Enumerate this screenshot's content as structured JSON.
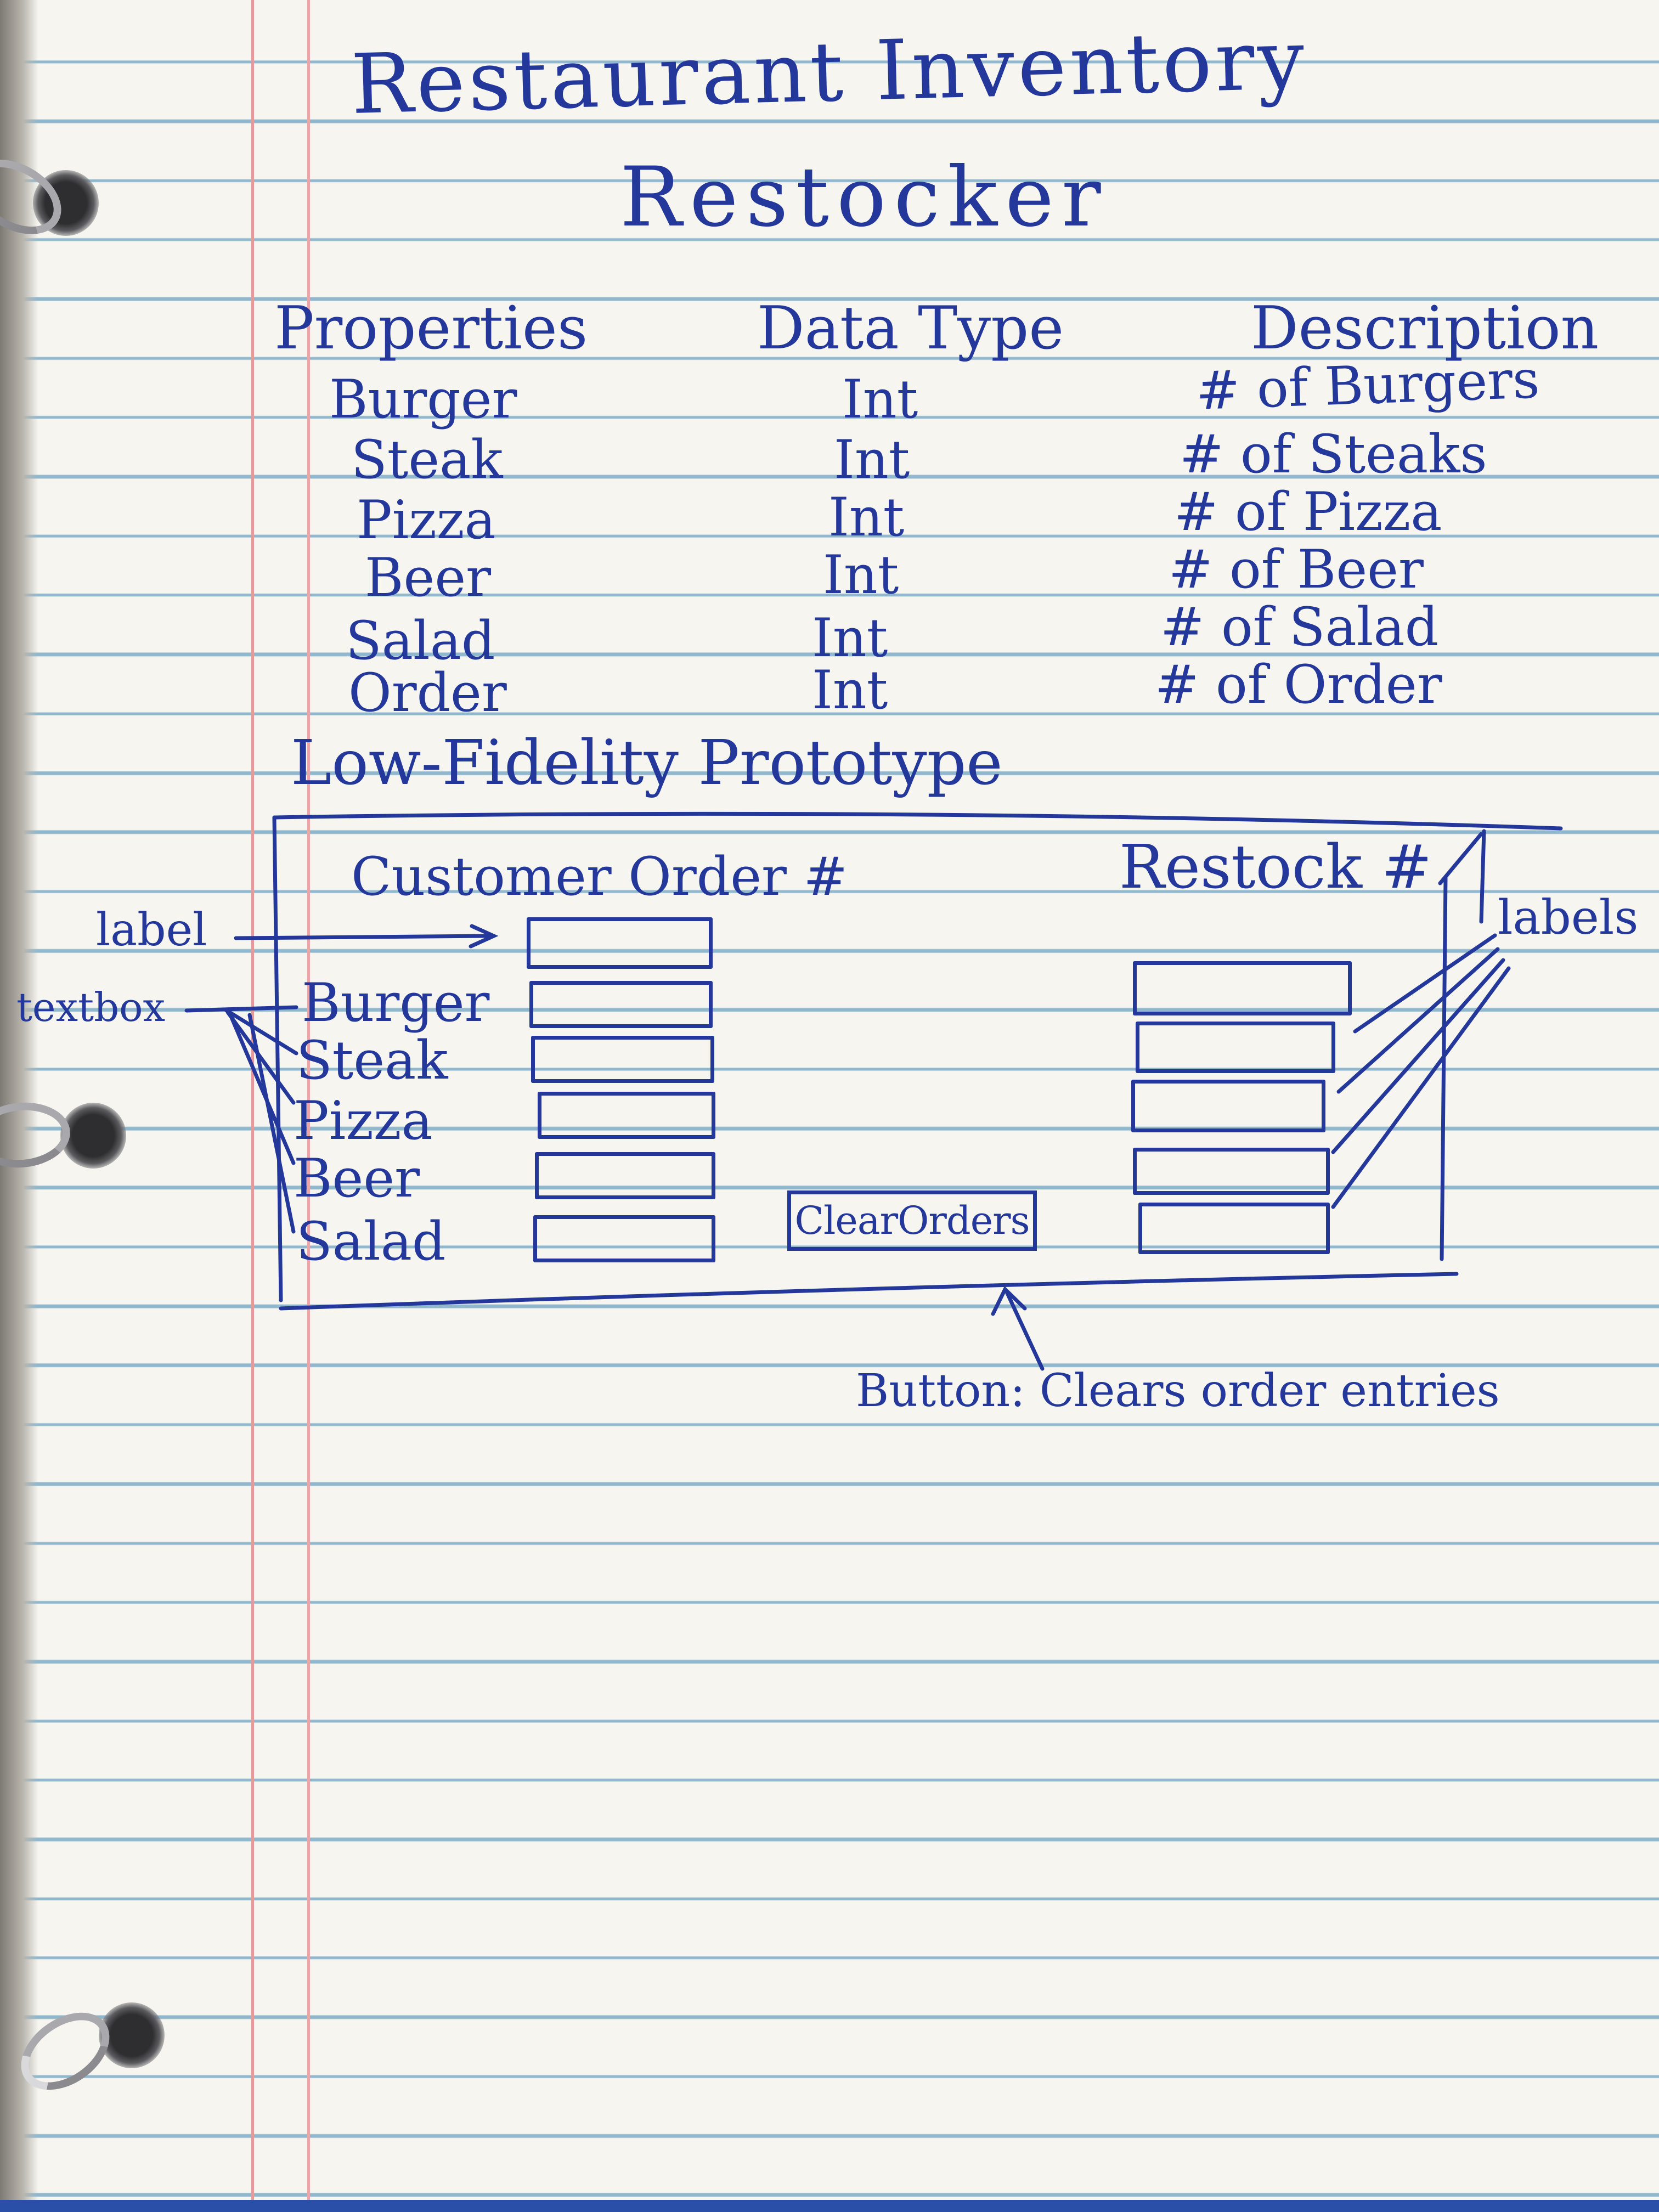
{
  "title": {
    "line1": "Restaurant Inventory",
    "line2": "Restocker"
  },
  "properties_table": {
    "headers": [
      "Properties",
      "Data Type",
      "Description"
    ],
    "rows": [
      [
        "Burger",
        "Int",
        "# of Burgers"
      ],
      [
        "Steak",
        "Int",
        "# of Steaks"
      ],
      [
        "Pizza",
        "Int",
        "# of Pizza"
      ],
      [
        "Beer",
        "Int",
        "# of Beer"
      ],
      [
        "Salad",
        "Int",
        "# of Salad"
      ],
      [
        "Order",
        "Int",
        "# of Order"
      ]
    ]
  },
  "prototype": {
    "heading": "Low-Fidelity Prototype",
    "customer_order_label": "Customer Order #",
    "restock_label": "Restock #",
    "item_labels": [
      "Burger",
      "Steak",
      "Pizza",
      "Beer",
      "Salad"
    ],
    "clear_button_label": "ClearOrders"
  },
  "annotations": {
    "label": "label",
    "textbox": "textbox",
    "labels": "labels",
    "button_note": "Button: Clears order entries"
  },
  "colors": {
    "ink": "#23389a",
    "paper": "#f6f5f0",
    "rule_line": "#8fb8cf",
    "margin_line": "#e69a9a"
  }
}
